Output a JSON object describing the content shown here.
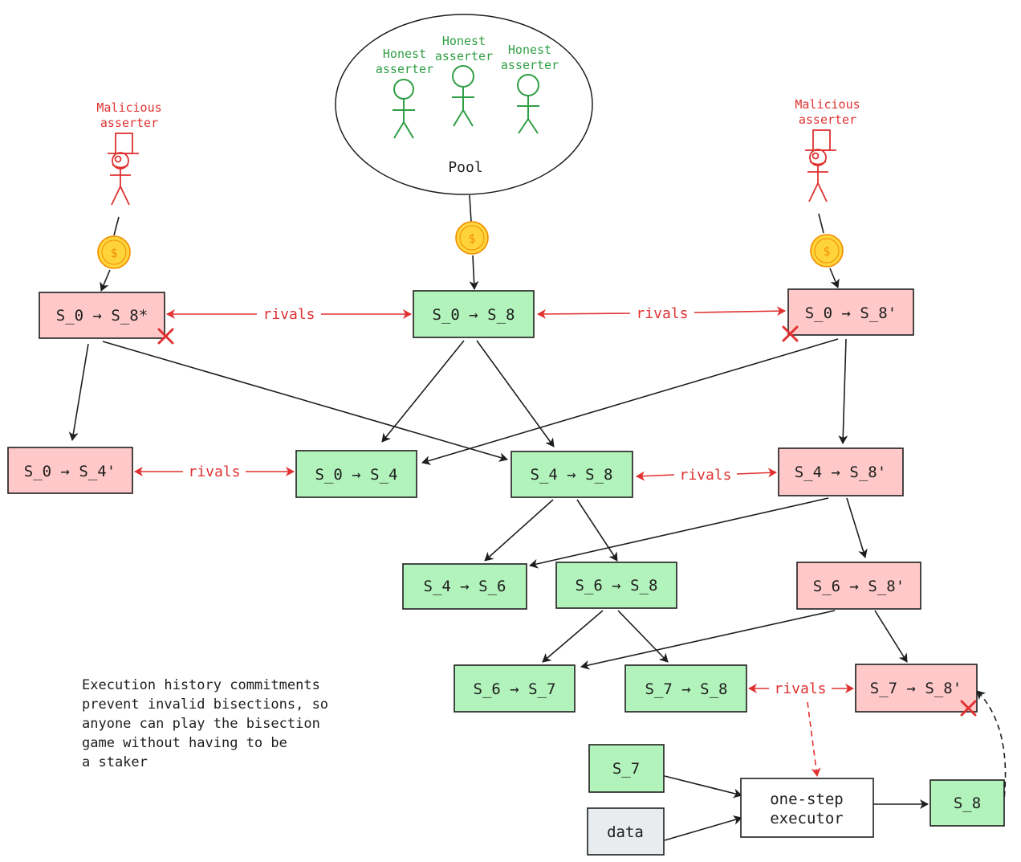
{
  "pool": {
    "label": "Pool"
  },
  "honest": [
    "Honest asserter",
    "Honest asserter",
    "Honest asserter"
  ],
  "malicious": [
    "Malicious asserter",
    "Malicious asserter"
  ],
  "coin_symbol": "$",
  "rivals_label": "rivals",
  "boxes": {
    "s0_s8star": "S_0 → S_8*",
    "s0_s8": "S_0 → S_8",
    "s0_s8p": "S_0 → S_8'",
    "s0_s4p": "S_0 → S_4'",
    "s0_s4": "S_0 → S_4",
    "s4_s8": "S_4 → S_8",
    "s4_s8p": "S_4 → S_8'",
    "s4_s6": "S_4 → S_6",
    "s6_s8": "S_6 → S_8",
    "s6_s8p": "S_6 → S_8'",
    "s6_s7": "S_6 → S_7",
    "s7_s8": "S_7 → S_8",
    "s7_s8p": "S_7 → S_8'",
    "s7": "S_7",
    "data": "data",
    "executor_line1": "one-step",
    "executor_line2": "executor",
    "s8": "S_8"
  },
  "caption": "Execution history commitments\nprevent invalid bisections, so\nanyone can play the bisection\ngame without having to be\na staker",
  "colors": {
    "honest_fill": "#b2f2bb",
    "malicious_fill": "#ffc9c9",
    "neutral_fill": "#e9ecef",
    "red": "#e03131",
    "green": "#2f9e44",
    "coin": "#ffd43b",
    "coin_stroke": "#f08c00"
  }
}
